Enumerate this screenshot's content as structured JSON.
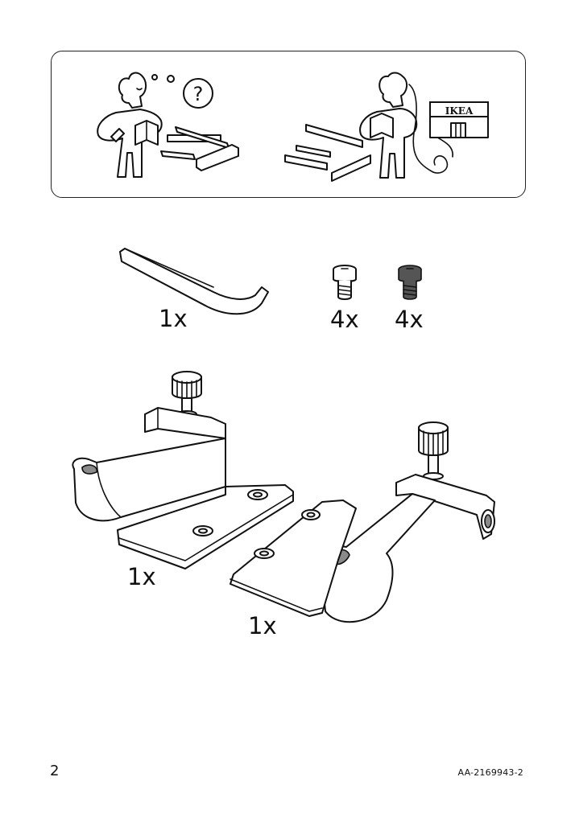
{
  "help_panel": {
    "ikea_sign": "IKEA",
    "question_mark": "?"
  },
  "parts": {
    "hex_key_qty": "1x",
    "screw_silver_qty": "4x",
    "screw_dark_qty": "4x"
  },
  "brackets": {
    "left_qty": "1x",
    "right_qty": "1x"
  },
  "footer": {
    "page_number": "2",
    "doc_code": "AA-2169943-2"
  }
}
